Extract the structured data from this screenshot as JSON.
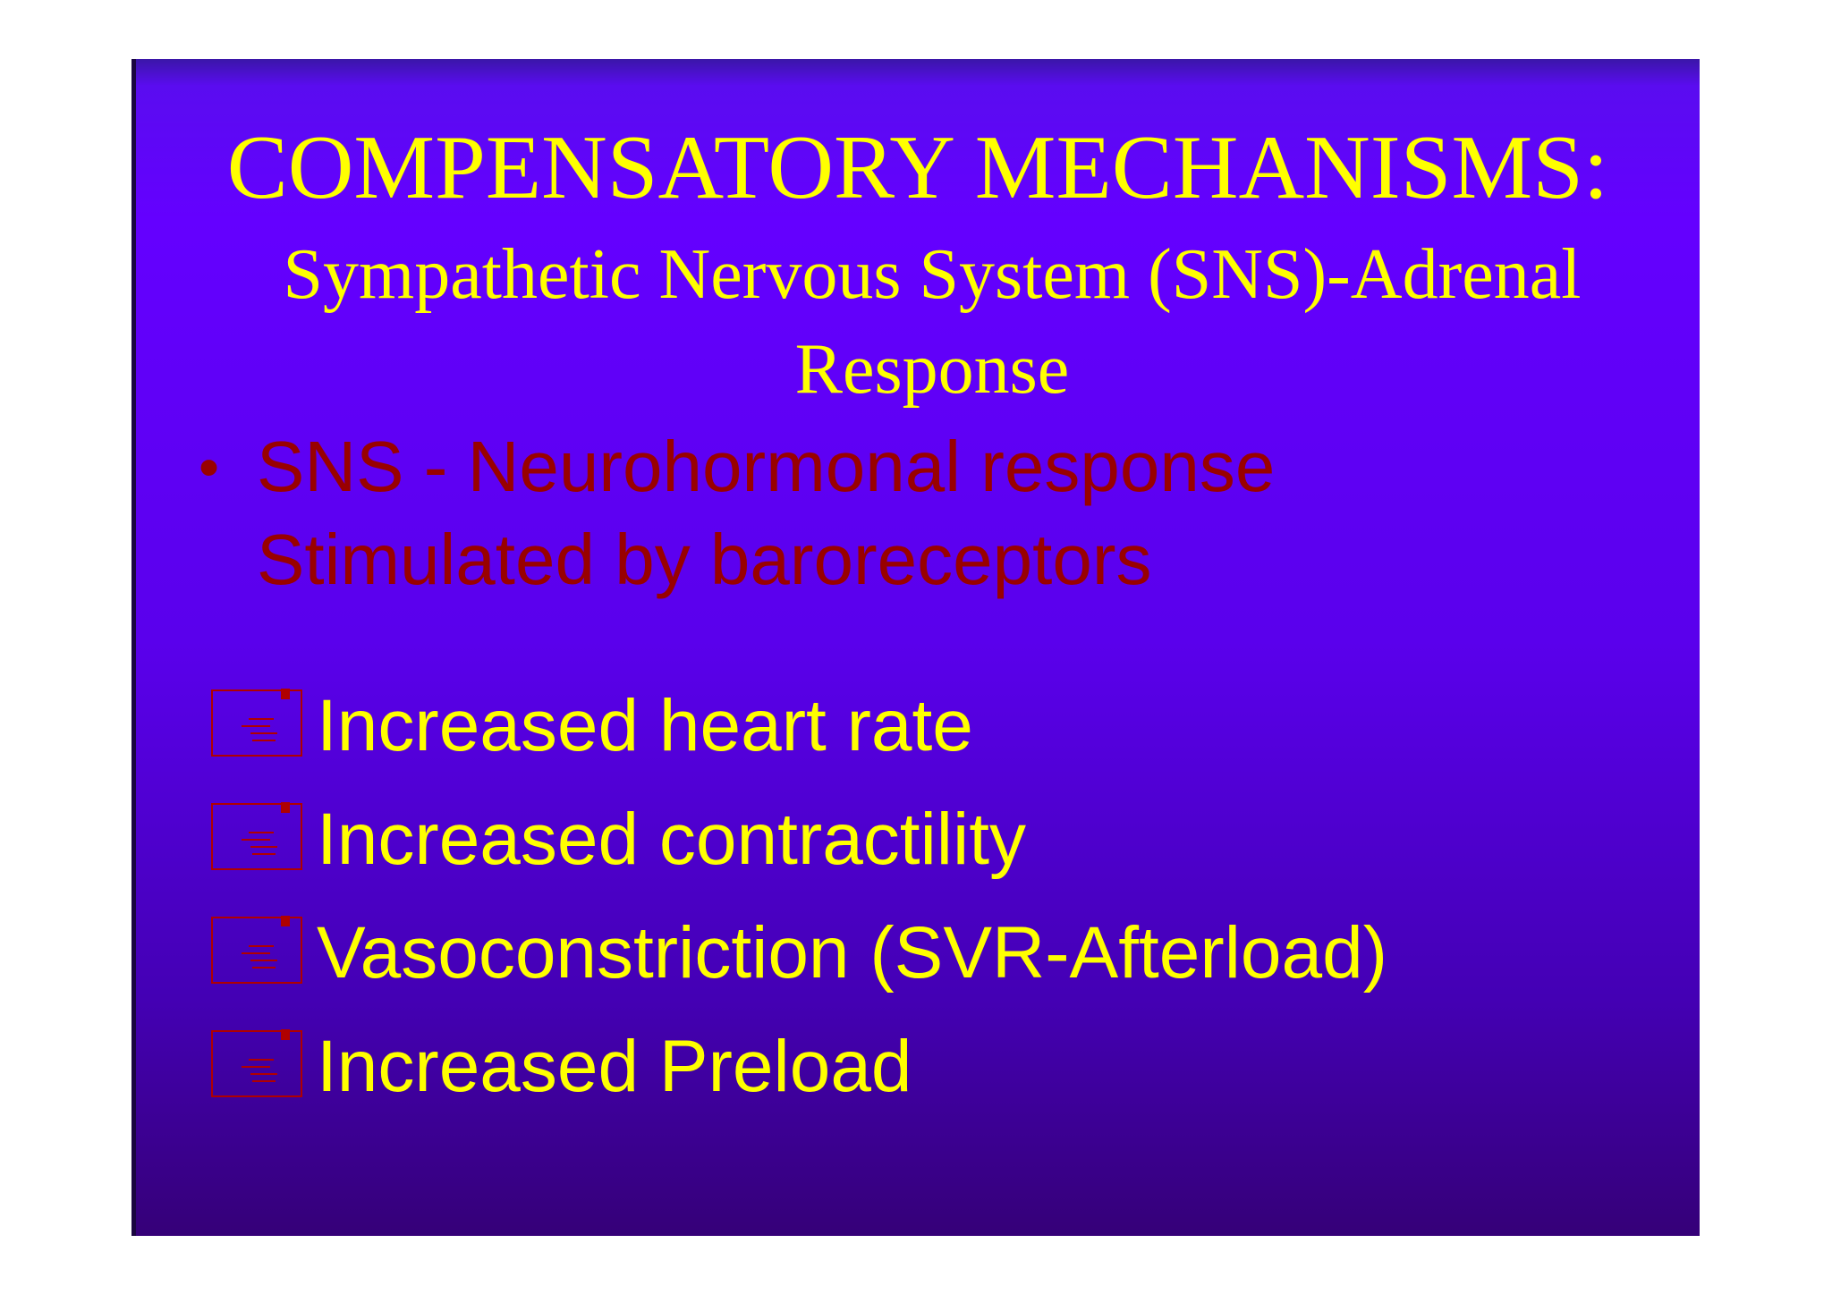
{
  "slide": {
    "title": "COMPENSATORY MECHANISMS:",
    "subtitle_line1": "Sympathetic Nervous System (SNS)-Adrenal",
    "subtitle_line2": "Response",
    "bullet": {
      "marker": "•",
      "line1": "SNS - Neurohormonal response",
      "line2": "Stimulated by baroreceptors"
    },
    "items": [
      {
        "label": "Increased heart rate",
        "icon": "list-bullet-icon"
      },
      {
        "label": "Increased contractility",
        "icon": "list-bullet-icon"
      },
      {
        "label": "Vasoconstriction (SVR-Afterload)",
        "icon": "list-bullet-icon"
      },
      {
        "label": "Increased Preload",
        "icon": "list-bullet-icon"
      }
    ],
    "colors": {
      "title": "#ffff00",
      "bullet_text": "#990000",
      "item_text": "#ffff00",
      "background_top": "#6400ff",
      "background_bottom": "#350078"
    }
  }
}
